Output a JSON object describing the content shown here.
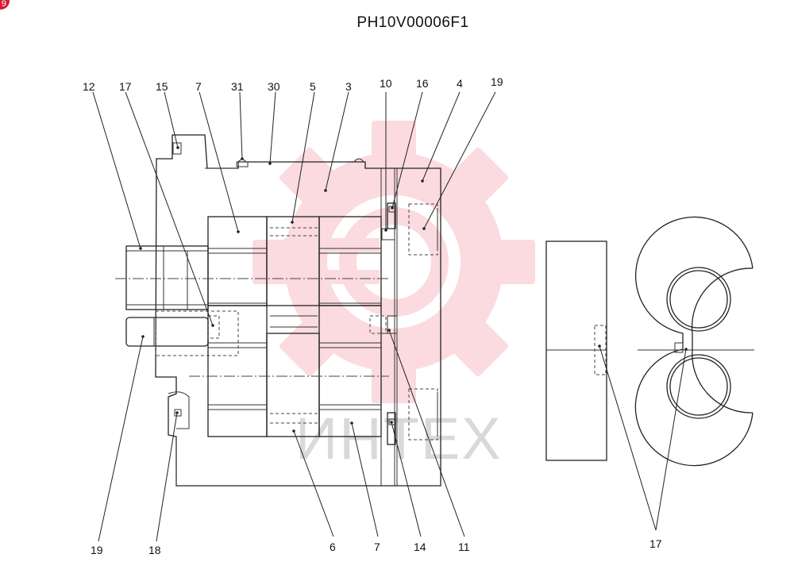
{
  "header": {
    "part_number": "PH10V00006F1",
    "badge": "9"
  },
  "watermark": {
    "text": "ИНТЕХ",
    "color": "#e8283c"
  },
  "callouts": {
    "top": [
      "12",
      "17",
      "15",
      "7",
      "31",
      "30",
      "5",
      "3",
      "10",
      "16",
      "4",
      "19"
    ],
    "bottom": [
      "19",
      "18",
      "6",
      "7",
      "14",
      "11"
    ],
    "side": "17"
  }
}
